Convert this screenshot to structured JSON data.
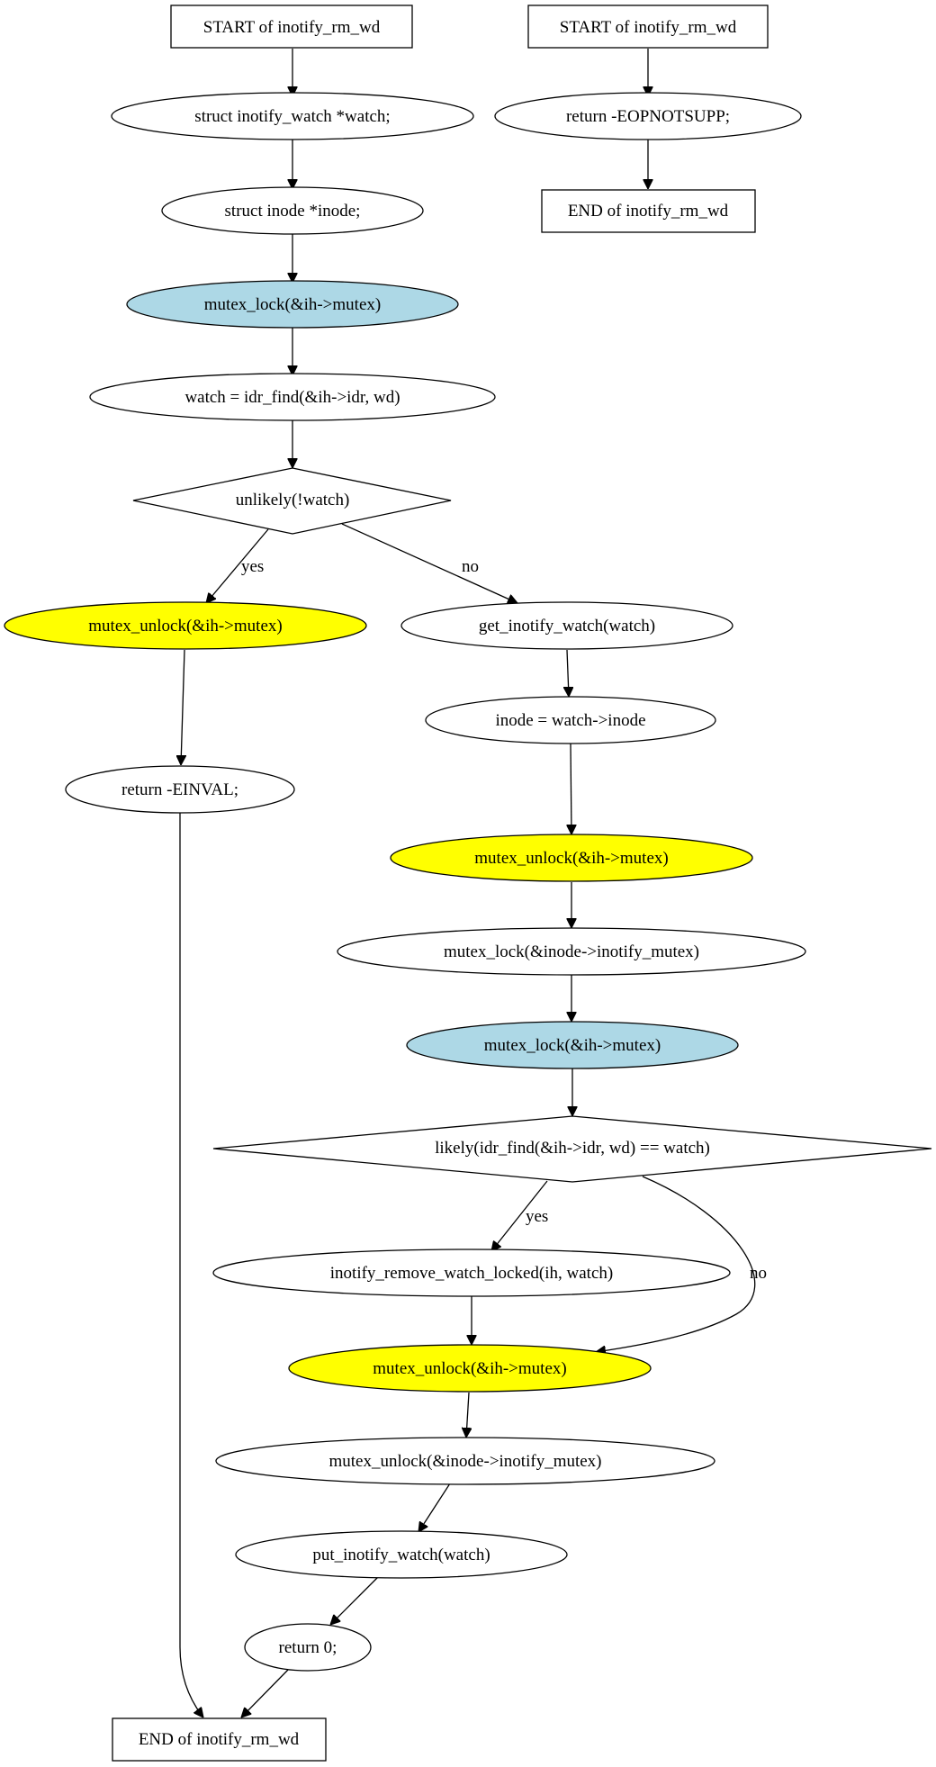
{
  "colors": {
    "lock": "#add8e6",
    "unlock": "#ffff00",
    "plain": "#ffffff"
  },
  "nodes": {
    "start_left": "START of inotify_rm_wd",
    "start_right": "START of inotify_rm_wd",
    "decl_watch": "struct inotify_watch *watch;",
    "return_eopnotsupp": "return -EOPNOTSUPP;",
    "decl_inode": "struct inode *inode;",
    "end_right": "END of inotify_rm_wd",
    "lock_ih_1": "mutex_lock(&ih->mutex)",
    "watch_find": "watch = idr_find(&ih->idr, wd)",
    "cond_unlikely": "unlikely(!watch)",
    "unlock_ih_1": "mutex_unlock(&ih->mutex)",
    "get_watch": "get_inotify_watch(watch)",
    "inode_assign": "inode = watch->inode",
    "return_einval": "return -EINVAL;",
    "unlock_ih_2": "mutex_unlock(&ih->mutex)",
    "lock_inode_mutex": "mutex_lock(&inode->inotify_mutex)",
    "lock_ih_2": "mutex_lock(&ih->mutex)",
    "cond_likely": "likely(idr_find(&ih->idr, wd) == watch)",
    "remove_watch": "inotify_remove_watch_locked(ih, watch)",
    "unlock_ih_3": "mutex_unlock(&ih->mutex)",
    "unlock_inode_mutex": "mutex_unlock(&inode->inotify_mutex)",
    "put_watch": "put_inotify_watch(watch)",
    "return_zero": "return 0;",
    "end_left": "END of inotify_rm_wd"
  },
  "edge_labels": {
    "unlikely_yes": "yes",
    "unlikely_no": "no",
    "likely_yes": "yes",
    "likely_no": "no"
  }
}
